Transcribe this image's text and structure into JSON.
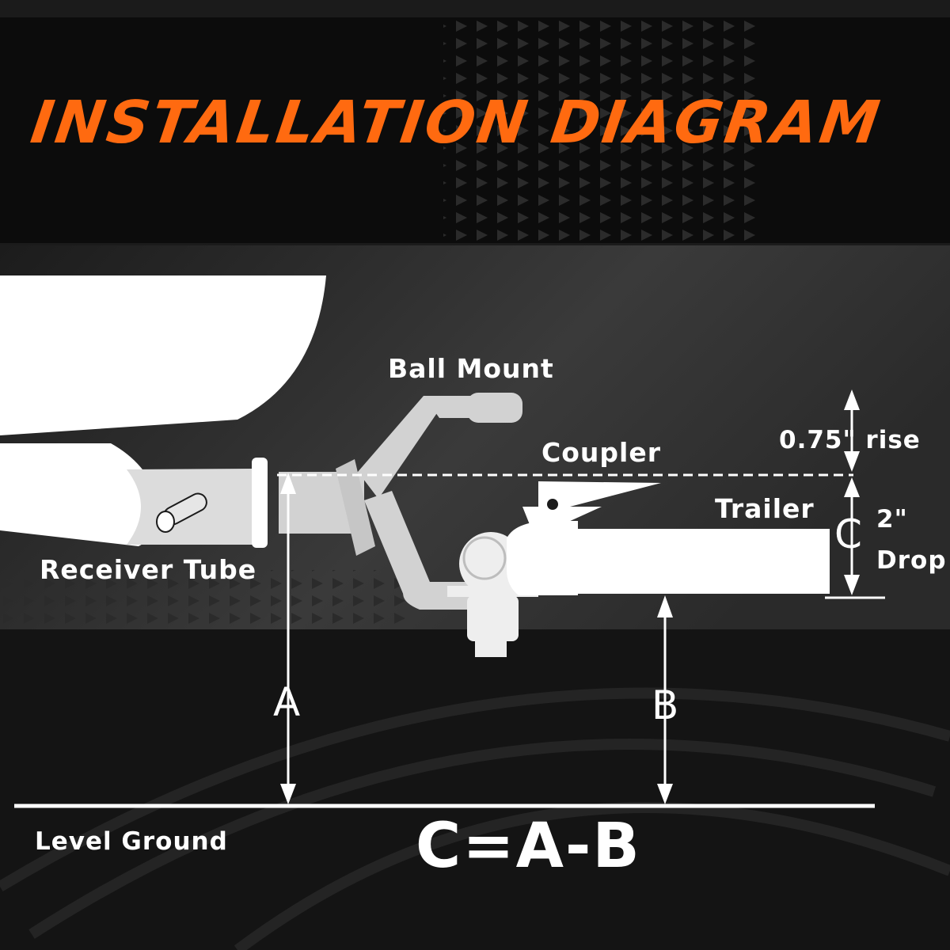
{
  "title": "INSTALLATION DIAGRAM",
  "labels": {
    "ball_mount": "Ball Mount",
    "coupler": "Coupler",
    "trailer": "Trailer",
    "receiver_tube": "Receiver Tube",
    "level_ground": "Level Ground",
    "rise": "0.75\" rise",
    "drop_value": "2\"",
    "drop_word": "Drop",
    "letter_a": "A",
    "letter_b": "B",
    "letter_c": "C",
    "formula": "C=A-B"
  },
  "colors": {
    "accent": "#ff6a10",
    "background": "#1b1b1b",
    "header_band": "#0c0c0c",
    "line": "#ffffff"
  }
}
